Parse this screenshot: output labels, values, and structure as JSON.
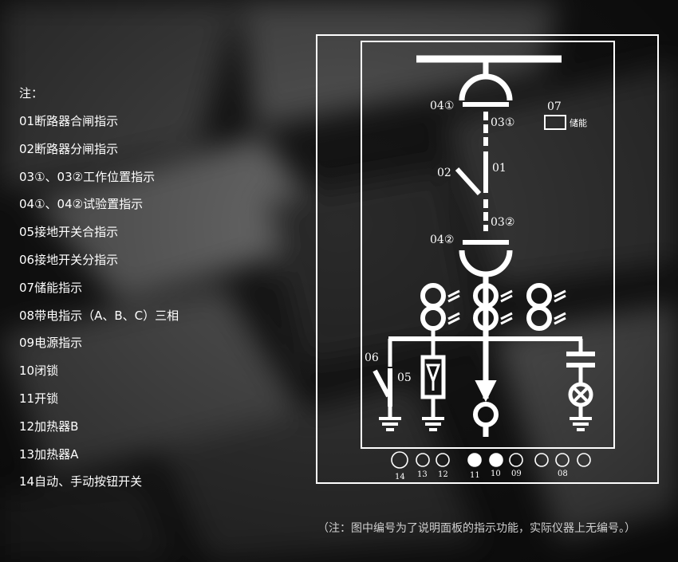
{
  "legend": {
    "title": "注：",
    "items": [
      "01断路器合闸指示",
      "02断路器分闸指示",
      "03①、03②工作位置指示",
      "04①、04②试验置指示",
      "05接地开关合指示",
      "06接地开关分指示",
      "07储能指示",
      "08带电指示（A、B、C）三相",
      "09电源指示",
      "10闭锁",
      "11开锁",
      "12加热器B",
      "13加热器A",
      "14自动、手动按钮开关"
    ]
  },
  "diagram": {
    "labels": {
      "l01": "01",
      "l02": "02",
      "l031": "03①",
      "l032": "03②",
      "l041": "04①",
      "l042": "04②",
      "l05": "05",
      "l06": "06",
      "l07": "07",
      "storage": "储能"
    },
    "bottom_labels": {
      "b14": "14",
      "b13": "13",
      "b12": "12",
      "b11": "11",
      "b10": "10",
      "b09": "09",
      "b08": "08"
    }
  },
  "footnote": "（注：图中编号为了说明面板的指示功能，实际仪器上无编号。）",
  "colors": {
    "line": "#ffffff",
    "background": "#111111"
  }
}
